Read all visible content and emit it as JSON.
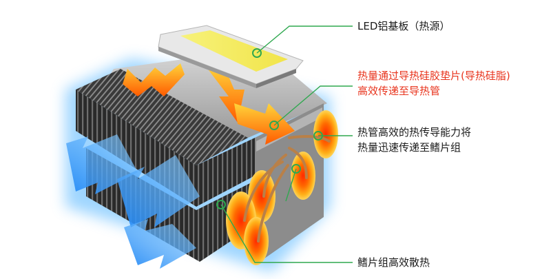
{
  "colors": {
    "leader_line": "#2fa84f",
    "highlight_text": "#e8331c",
    "normal_text": "#1a1a1a",
    "heat_arrow": "#ff7a00",
    "air_arrow": "#3aa0ff",
    "copper": "#c98a55"
  },
  "labels": {
    "led_board": "LED铝基板（热源）",
    "thermal_pad_line1": "热量通过导热硅胶垫片(导热硅脂)",
    "thermal_pad_line2": "高效传递至导热管",
    "heat_pipe_line1": "热管高效的热传导能力将",
    "heat_pipe_line2": "热量迅速传递至鳍片组",
    "fins": "鳍片组高效散热"
  }
}
